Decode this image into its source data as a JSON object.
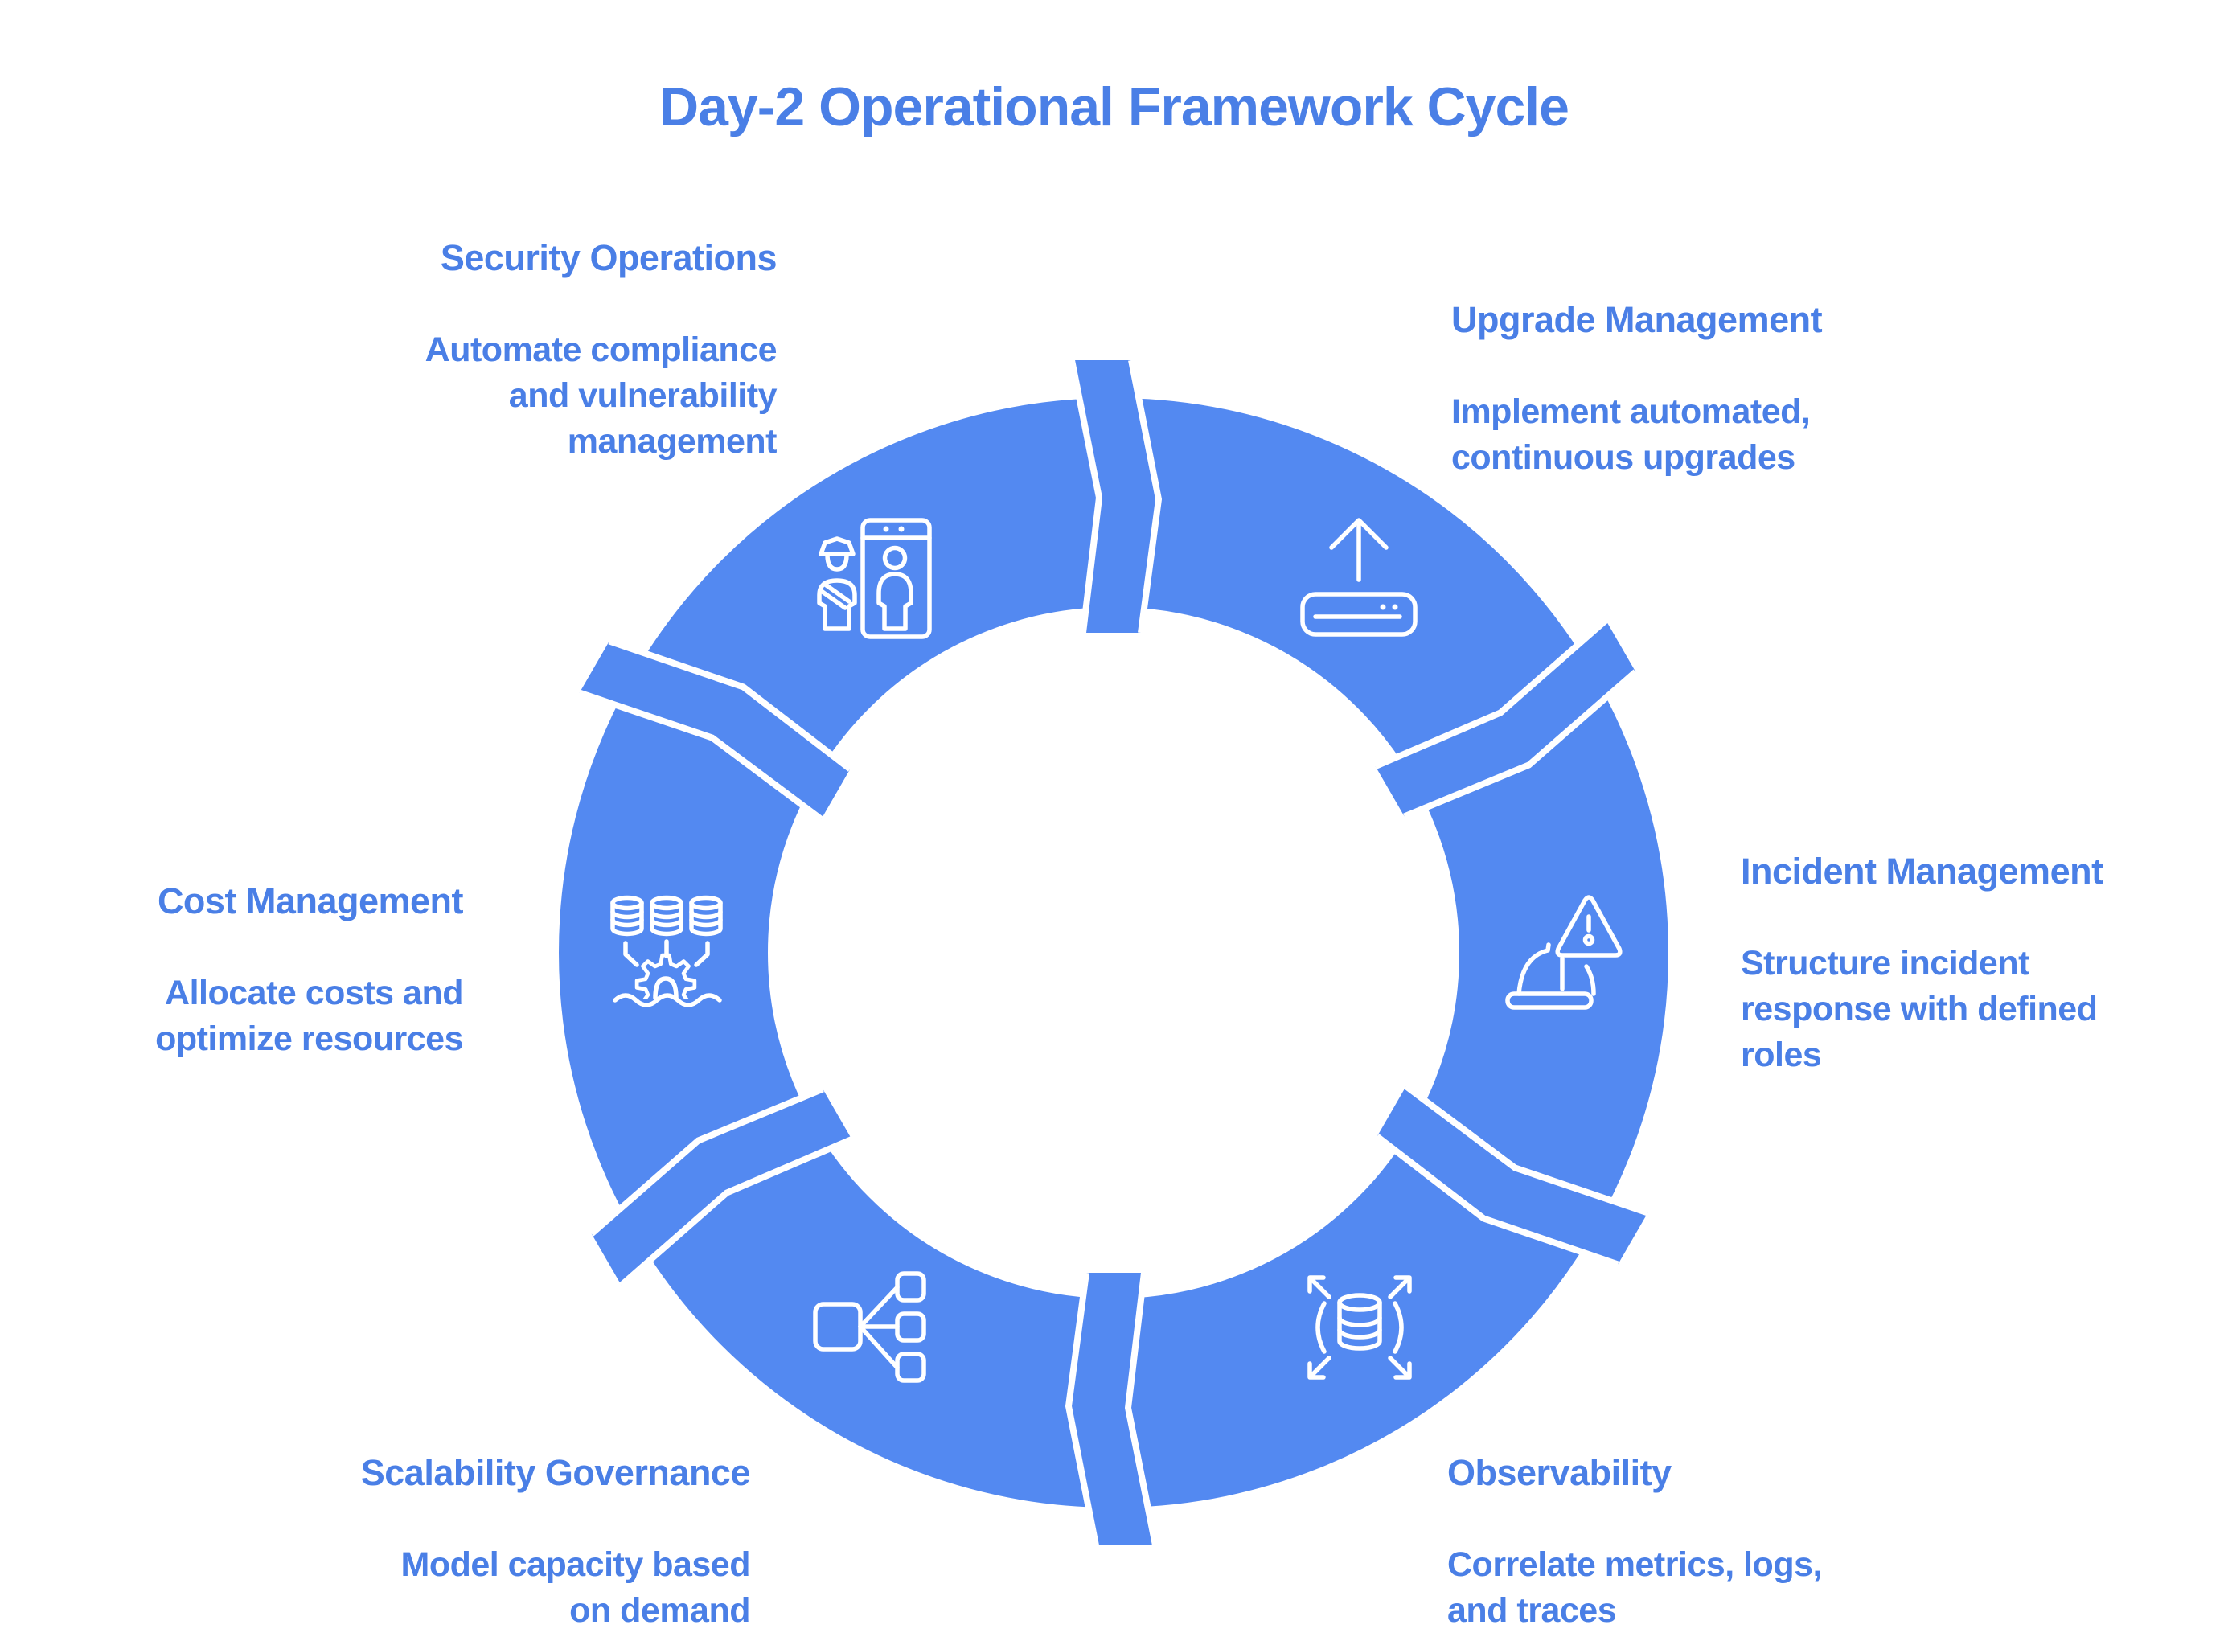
{
  "title": "Day-2 Operational Framework Cycle",
  "colors": {
    "accent_blue": "#5389F1",
    "text_blue": "#4A7FE6",
    "icon_stroke": "#FFFFFF",
    "background": "#FFFFFF"
  },
  "cycle": {
    "type": "circular-cycle-diagram",
    "direction": "clockwise",
    "segment_count": 6,
    "segments": [
      {
        "id": "security-operations",
        "label": "Security Operations",
        "description": "Automate compliance and vulnerability management",
        "lines": [
          "Automate compliance",
          "and vulnerability",
          "management"
        ],
        "icon": "security-checkpoint-icon",
        "position": "top-left"
      },
      {
        "id": "upgrade-management",
        "label": "Upgrade Management",
        "description": "Implement automated, continuous upgrades",
        "lines": [
          "Implement automated,",
          "continuous upgrades"
        ],
        "icon": "upgrade-arrow-device-icon",
        "position": "top-right"
      },
      {
        "id": "incident-management",
        "label": "Incident Management",
        "description": "Structure incident response with defined roles",
        "lines": [
          "Structure incident",
          "response with defined",
          "roles"
        ],
        "icon": "warning-hardhat-icon",
        "position": "right"
      },
      {
        "id": "observability",
        "label": "Observability",
        "description": "Correlate metrics, logs, and traces",
        "lines": [
          "Correlate metrics, logs,",
          "and traces"
        ],
        "icon": "database-expand-arrows-icon",
        "position": "bottom-right"
      },
      {
        "id": "scalability-governance",
        "label": "Scalability Governance",
        "description": "Model capacity based on demand",
        "lines": [
          "Model capacity based",
          "on demand"
        ],
        "icon": "node-fanout-icon",
        "position": "bottom-left"
      },
      {
        "id": "cost-management",
        "label": "Cost Management",
        "description": "Allocate costs and optimize resources",
        "lines": [
          "Allocate costs and",
          "optimize resources"
        ],
        "icon": "databases-gear-wave-icon",
        "position": "left"
      }
    ]
  }
}
